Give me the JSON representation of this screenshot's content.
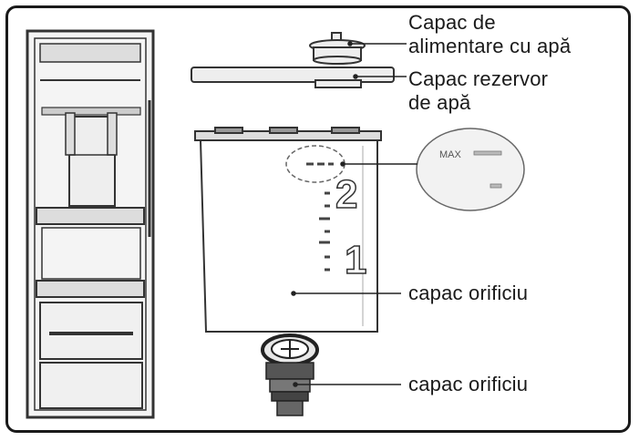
{
  "labels": {
    "water_feed_cap": [
      "Capac de",
      "alimentare cu apă"
    ],
    "tank_cap": [
      "Capac rezervor",
      "de apă"
    ],
    "orifice_cap_1": "capac orificiu",
    "orifice_cap_2": "capac orificiu"
  },
  "tank_markings": {
    "max_label": "MAX",
    "level_2": "2",
    "level_1": "1"
  }
}
